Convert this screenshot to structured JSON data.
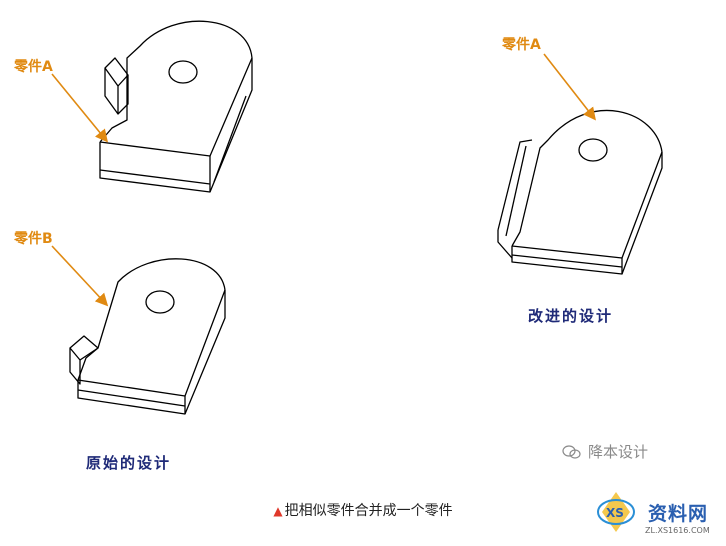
{
  "labels": {
    "part_a_left": "零件A",
    "part_b_left": "零件B",
    "part_a_right": "零件A"
  },
  "captions": {
    "original_design": "原始的设计",
    "improved_design": "改进的设计"
  },
  "footer_caption": "把相似零件合并成一个零件",
  "watermark": "降本设计",
  "site_logo": {
    "text": "资料网",
    "url": "ZL.XS1616.COM",
    "monogram": "XS"
  },
  "colors": {
    "label_orange": "#e08a12",
    "caption_navy": "#1f2a78",
    "accent_red": "#e0382a"
  }
}
